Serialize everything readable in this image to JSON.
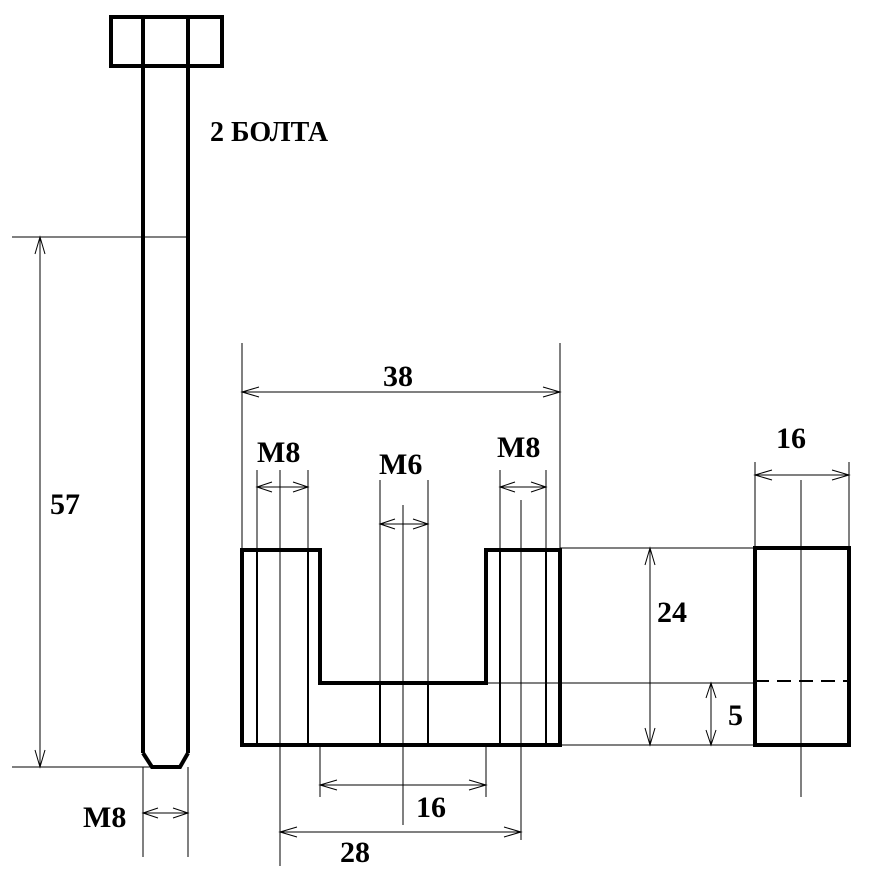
{
  "bolt": {
    "note": "2 БОЛТА",
    "length_label": "57",
    "thread_label": "M8"
  },
  "part": {
    "width_label": "38",
    "height_label": "24",
    "base_thickness_label": "5",
    "slot_width_label": "16",
    "hole_spacing_label": "28",
    "left_hole_label": "M8",
    "center_hole_label": "M6",
    "right_hole_label": "M8"
  },
  "side_view": {
    "thickness_label": "16"
  }
}
